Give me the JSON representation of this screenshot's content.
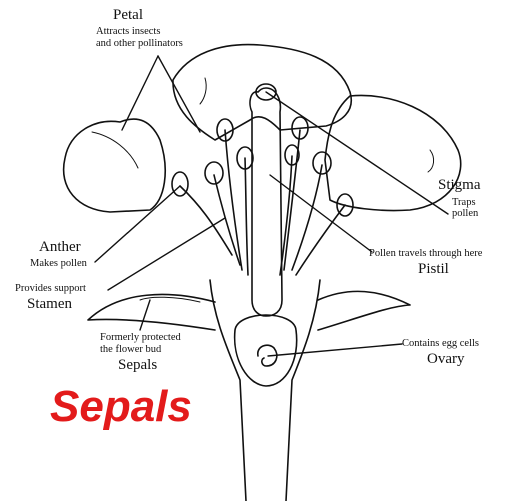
{
  "colors": {
    "line": "#111111",
    "highlight": "#e31b1b",
    "background": "#ffffff"
  },
  "labels": {
    "petal": {
      "title": "Petal",
      "desc_line1": "Attracts insects",
      "desc_line2": "and other pollinators"
    },
    "stigma": {
      "title": "Stigma",
      "desc_line1": "Traps",
      "desc_line2": "pollen"
    },
    "anther": {
      "title": "Anther",
      "desc": "Makes pollen"
    },
    "pistil": {
      "desc": "Pollen travels through here",
      "title": "Pistil"
    },
    "stamen": {
      "desc": "Provides support",
      "title": "Stamen"
    },
    "sepals": {
      "desc_line1": "Formerly protected",
      "desc_line2": "the flower bud",
      "title": "Sepals"
    },
    "ovary": {
      "desc": "Contains egg cells",
      "title": "Ovary"
    }
  },
  "highlight_text": "Sepals"
}
